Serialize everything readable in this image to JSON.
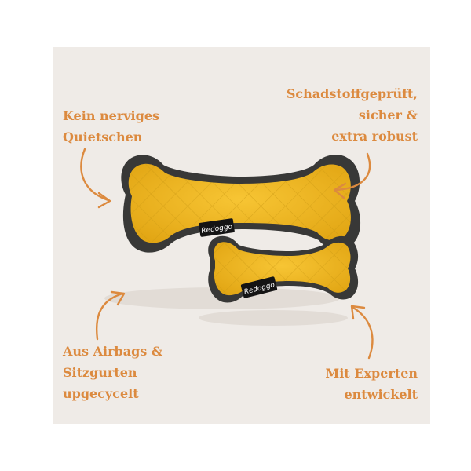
{
  "callouts": {
    "top_left": [
      "Kein nerviges",
      "Quietschen"
    ],
    "top_right": [
      "Schadstoffgeprüft,",
      "sicher &",
      "extra robust"
    ],
    "bottom_left": [
      "Aus Airbags &",
      "Sitzgurten",
      "upgecycelt"
    ],
    "bottom_right": [
      "Mit Experten",
      "entwickelt"
    ]
  },
  "products": {
    "large_bone_label": "Redoggo",
    "small_bone_label": "Redoggo"
  },
  "colors": {
    "background": "#efebe7",
    "accent": "#dc8a3f",
    "bone_yellow": "#f2b81c",
    "bone_trim": "#3b3b3a"
  }
}
